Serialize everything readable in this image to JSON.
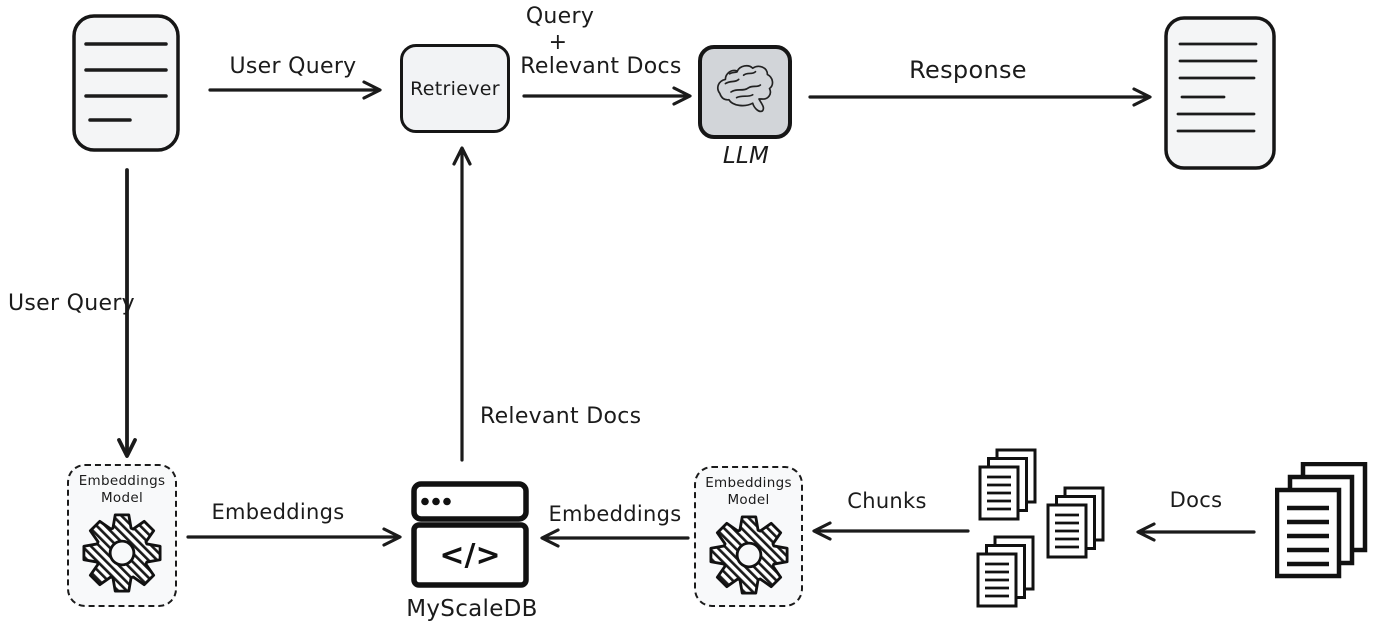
{
  "diagram": {
    "colors": {
      "background": "#ffffff",
      "stroke": "#1b1b1b",
      "document_fill": "#f4f5f6",
      "retriever_fill": "#f2f3f5",
      "llm_fill": "#d2d5d9",
      "embeddings_box_fill": "#f8f9fa"
    },
    "nodes": {
      "input_doc": {
        "icon": "document-icon"
      },
      "retriever": {
        "label": "Retriever"
      },
      "llm": {
        "label": "LLM",
        "icon": "brain-icon"
      },
      "output_doc": {
        "icon": "document-icon"
      },
      "embeddings_model_left": {
        "label_line1": "Embeddings",
        "label_line2": "Model",
        "icon": "gear-icon"
      },
      "embeddings_model_right": {
        "label_line1": "Embeddings",
        "label_line2": "Model",
        "icon": "gear-icon"
      },
      "myscaledb": {
        "label": "MyScaleDB",
        "glyph": "</>",
        "icon": "code-window-icon"
      },
      "chunks_group": {
        "icon": "document-stack-icon"
      },
      "docs_stack": {
        "icon": "document-stack-icon"
      }
    },
    "edges": {
      "user_query_top": {
        "label": "User Query"
      },
      "user_query_down": {
        "label": "User Query"
      },
      "query_plus_docs": {
        "line1": "Query",
        "line2": "+",
        "line3": "Relevant Docs"
      },
      "response": {
        "label": "Response"
      },
      "relevant_docs_up": {
        "label": "Relevant Docs"
      },
      "embeddings_left": {
        "label": "Embeddings"
      },
      "embeddings_right": {
        "label": "Embeddings"
      },
      "chunks": {
        "label": "Chunks"
      },
      "docs": {
        "label": "Docs"
      }
    }
  }
}
